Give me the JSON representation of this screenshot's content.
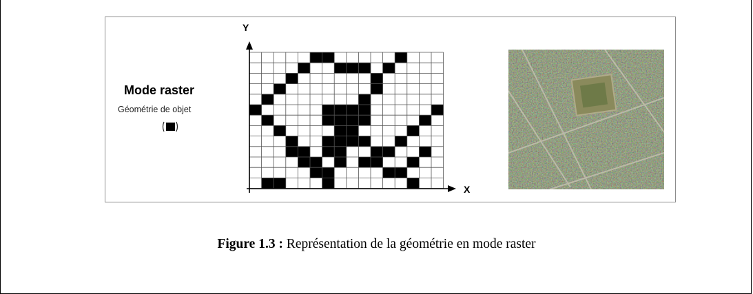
{
  "panel": {
    "title": "Mode raster",
    "subtitle": "Géométrie de objet"
  },
  "axes": {
    "x_label": "X",
    "y_label": "Y"
  },
  "grid": {
    "cols": 16,
    "rows": 13,
    "filled_cells": [
      [
        5,
        0
      ],
      [
        6,
        0
      ],
      [
        12,
        0
      ],
      [
        4,
        1
      ],
      [
        7,
        1
      ],
      [
        8,
        1
      ],
      [
        9,
        1
      ],
      [
        11,
        1
      ],
      [
        3,
        2
      ],
      [
        10,
        2
      ],
      [
        2,
        3
      ],
      [
        10,
        3
      ],
      [
        1,
        4
      ],
      [
        9,
        4
      ],
      [
        0,
        5
      ],
      [
        6,
        5
      ],
      [
        7,
        5
      ],
      [
        8,
        5
      ],
      [
        9,
        5
      ],
      [
        15,
        5
      ],
      [
        1,
        6
      ],
      [
        6,
        6
      ],
      [
        7,
        6
      ],
      [
        8,
        6
      ],
      [
        9,
        6
      ],
      [
        14,
        6
      ],
      [
        2,
        7
      ],
      [
        7,
        7
      ],
      [
        8,
        7
      ],
      [
        13,
        7
      ],
      [
        3,
        8
      ],
      [
        6,
        8
      ],
      [
        7,
        8
      ],
      [
        8,
        8
      ],
      [
        9,
        8
      ],
      [
        12,
        8
      ],
      [
        3,
        9
      ],
      [
        4,
        9
      ],
      [
        6,
        9
      ],
      [
        7,
        9
      ],
      [
        10,
        9
      ],
      [
        11,
        9
      ],
      [
        14,
        9
      ],
      [
        4,
        10
      ],
      [
        5,
        10
      ],
      [
        7,
        10
      ],
      [
        9,
        10
      ],
      [
        10,
        10
      ],
      [
        13,
        10
      ],
      [
        5,
        11
      ],
      [
        6,
        11
      ],
      [
        11,
        11
      ],
      [
        12,
        11
      ],
      [
        1,
        12
      ],
      [
        2,
        12
      ],
      [
        6,
        12
      ],
      [
        13,
        12
      ]
    ]
  },
  "colors": {
    "cell_fill": "#000000",
    "grid_line": "#555555",
    "aerial_base": "#4f5a3c"
  },
  "caption": {
    "label": "Figure 1.3 :",
    "text": " Représentation de la géométrie en mode raster"
  }
}
